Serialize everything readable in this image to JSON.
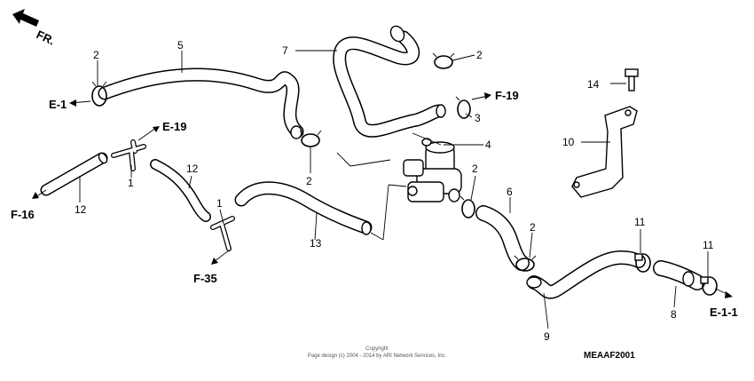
{
  "direction": {
    "label": "FR."
  },
  "part_numbers": {
    "p1a": "1",
    "p1b": "1",
    "p2a": "2",
    "p2b": "2",
    "p2c": "2",
    "p2d": "2",
    "p2e": "2",
    "p3": "3",
    "p4": "4",
    "p5": "5",
    "p6": "6",
    "p7": "7",
    "p8": "8",
    "p9": "9",
    "p10": "10",
    "p11a": "11",
    "p11b": "11",
    "p12a": "12",
    "p12b": "12",
    "p13": "13",
    "p14": "14"
  },
  "references": {
    "e1": "E-1",
    "e19a": "E-19",
    "f19": "F-19",
    "f16": "F-16",
    "f35": "F-35",
    "e11": "E-1-1"
  },
  "footer": {
    "copyright_title": "Copyright",
    "copyright_text": "Page design (c) 2004 - 2014 by ARI Network Services, Inc.",
    "diagram_code": "MEAAF2001"
  }
}
